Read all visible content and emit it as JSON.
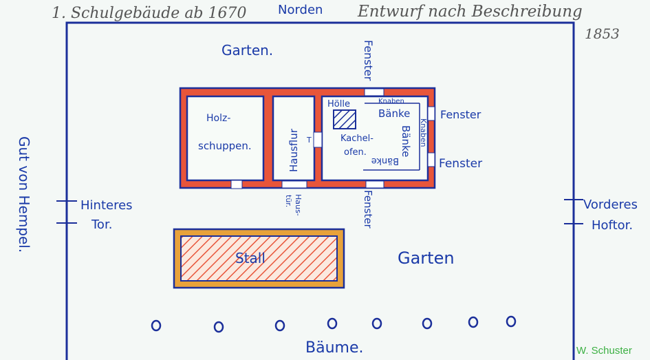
{
  "header": {
    "title": "1. Schulgebäude ab 1670",
    "north": "Norden",
    "subtitle": "Entwurf nach Beschreibung",
    "year": "1853"
  },
  "labels": {
    "garten_top": "Garten.",
    "garten_right": "Garten",
    "fenster_top": "Fenster",
    "fenster_right1": "Fenster",
    "fenster_right2": "Fenster",
    "fenster_bottom": "Fenster",
    "holzschuppen_1": "Holz-",
    "holzschuppen_2": "schuppen.",
    "hausflur": "Hausflur",
    "hoelle": "Hölle",
    "kachelofen_1": "Kachel-",
    "kachelofen_2": "ofen.",
    "knaben_1": "Knaben",
    "baenke_1": "Bänke",
    "knaben_2": "Knaben",
    "baenke_2": "Bänke",
    "baenke_3": "Bänke",
    "tuer_mark": "T",
    "haustuer_1": "Haus-",
    "haustuer_2": "tür.",
    "hinteres_1": "Hinteres",
    "hinteres_2": "Tor.",
    "vorderes_1": "Vorderes",
    "vorderes_2": "Hoftor.",
    "gut": "Gut von Hempel.",
    "stall": "Stall",
    "baeume": "Bäume.",
    "credit": "W. Schuster"
  },
  "colors": {
    "ink": "#1a3aa8",
    "wall": "#e8553a",
    "credit": "#3cb043"
  }
}
